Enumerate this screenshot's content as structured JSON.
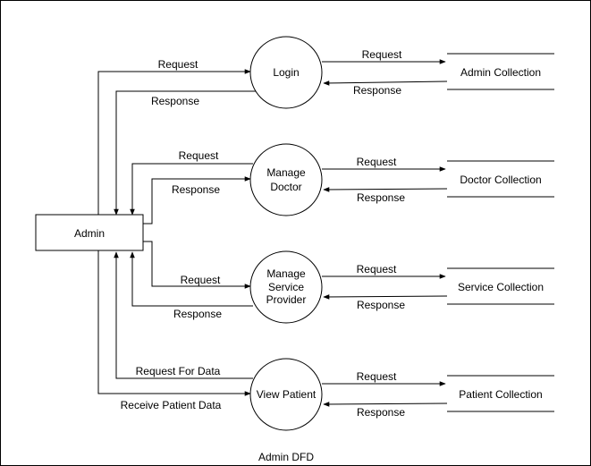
{
  "diagram": {
    "caption": "Admin DFD",
    "entity": {
      "label": "Admin"
    },
    "processes": {
      "login": {
        "label": [
          "Login"
        ]
      },
      "manage_doctor": {
        "label": [
          "Manage",
          "Doctor"
        ]
      },
      "manage_service_provider": {
        "label": [
          "Manage",
          "Service",
          "Provider"
        ]
      },
      "view_patient": {
        "label": [
          "View Patient"
        ]
      }
    },
    "stores": {
      "admin_collection": "Admin Collection",
      "doctor_collection": "Doctor Collection",
      "service_collection": "Service Collection",
      "patient_collection": "Patient Collection"
    },
    "flows": {
      "admin_login_request": "Request",
      "admin_login_response": "Response",
      "admin_doctor_request": "Request",
      "admin_doctor_response": "Response",
      "admin_service_request": "Request",
      "admin_service_response": "Response",
      "admin_patient_request": "Request For Data",
      "admin_patient_receive": "Receive Patient Data",
      "login_store_request": "Request",
      "login_store_response": "Response",
      "doctor_store_request": "Request",
      "doctor_store_response": "Response",
      "service_store_request": "Request",
      "service_store_response": "Response",
      "patient_store_request": "Request",
      "patient_store_response": "Response"
    }
  }
}
